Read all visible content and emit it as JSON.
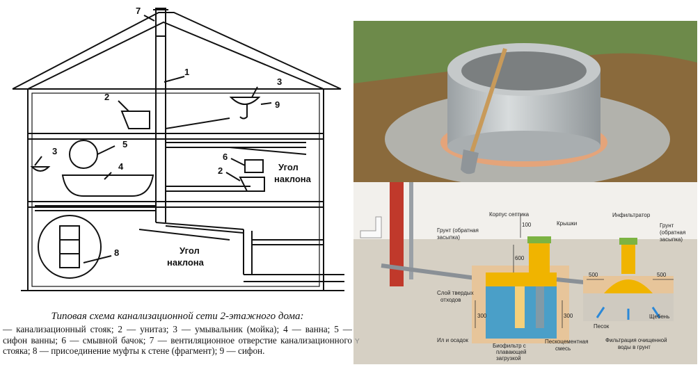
{
  "house": {
    "labels": {
      "n1": "1",
      "n2a": "2",
      "n2b": "2",
      "n3a": "3",
      "n3b": "3",
      "n4": "4",
      "n5": "5",
      "n6": "6",
      "n7": "7",
      "n8": "8",
      "n9": "9"
    },
    "slope1": [
      "Угол",
      "наклона"
    ],
    "slope2": [
      "Угол",
      "наклона"
    ],
    "caption_title": "Типовая схема канализационной сети 2-этажного дома:",
    "caption_body": "— канализационный стояк; 2 — унитаз; 3 — умывальник (мойка); 4 — ванна; 5 — сифон ванны; 6 — смывной бачок; 7 — вентиляционное отверстие канализационного стояка; 8 — присоединение муфты к стене (фрагмент); 9 — сифон."
  },
  "septic": {
    "korpus": "Корпус септика",
    "kryshki": "Крышки",
    "infiltrator": "Инфильтратор",
    "grunt_left": [
      "Грунт (обратная",
      "засыпка)"
    ],
    "grunt_right": [
      "Грунт",
      "(обратная",
      "засыпка)"
    ],
    "sloy": [
      "Слой твердых",
      "отходов"
    ],
    "il": "Ил и осадок",
    "biofilter": [
      "Биофильтр с",
      "плавающей",
      "загрузкой"
    ],
    "pesko": [
      "Пескоцементная",
      "смесь"
    ],
    "pesok": "Песок",
    "sheben": "Щебень",
    "filtraciya": [
      "Фильтрация очищенной",
      "воды в грунт"
    ],
    "dim_100": "100",
    "dim_600": "600",
    "dim_300a": "300",
    "dim_300b": "300",
    "dim_500a": "500",
    "dim_500b": "500",
    "axis_y": "Y"
  },
  "colors": {
    "tank_blue": "#4a9fc8",
    "tank_yellow": "#f0b400",
    "lid_green": "#7cb342",
    "brick": "#c0392b"
  }
}
